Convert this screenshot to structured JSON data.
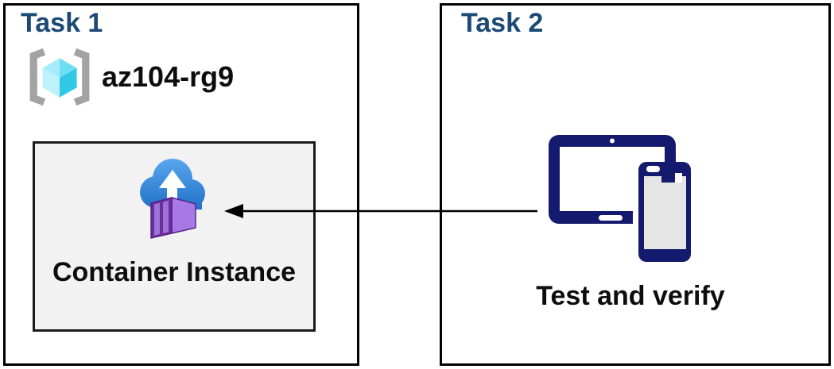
{
  "diagram": {
    "description": "Azure lab architecture diagram with two task panels",
    "connector": {
      "from": "test-and-verify-devices",
      "to": "container-instance",
      "line_style": "solid",
      "arrowhead": "left"
    }
  },
  "task1": {
    "title": "Task 1",
    "resource_group": {
      "icon": "azure-resource-group-icon",
      "name": "az104-rg9"
    },
    "container_instance": {
      "icon": "azure-container-instances-icon",
      "label": "Container Instance"
    }
  },
  "task2": {
    "title": "Task 2",
    "devices": {
      "icon": "tablet-and-phone-icon",
      "label": "Test and verify"
    }
  },
  "colors": {
    "task_title": "#1c4a74",
    "box_border": "#000000",
    "card_background": "#f2f2f2",
    "card_border": "#1a1a1a",
    "label_text": "#0d0d0d",
    "device_navy": "#141a6d",
    "bracket_gray": "#a3a3a3",
    "cube_cyan_light": "#bdf2fc",
    "cube_cyan_mid": "#7ce4f6",
    "cube_cyan_dark": "#2fc8e7",
    "cloud_blue_top": "#5aa6ee",
    "cloud_blue_bottom": "#1e6fc6",
    "container_purple_dark": "#6b2e9d",
    "container_purple_panel": "#9d72d6",
    "container_purple_light": "#a679e4",
    "arrow": "#000000"
  }
}
